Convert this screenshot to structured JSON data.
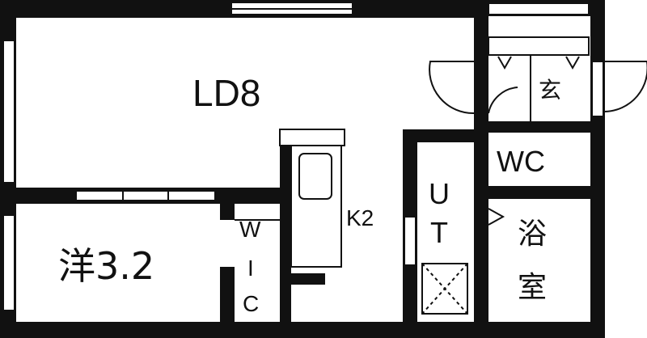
{
  "rooms": {
    "ld": {
      "label": "LD8"
    },
    "western": {
      "label": "洋3.2"
    },
    "kitchen": {
      "label": "K2"
    },
    "wic": {
      "w": "W",
      "i": "I",
      "c": "C"
    },
    "utility": {
      "u": "U",
      "t": "T"
    },
    "wc": {
      "label": "WC"
    },
    "bath": {
      "line1": "浴",
      "line2": "室"
    },
    "entrance": {
      "label": "玄"
    }
  },
  "colors": {
    "wall": "#111111",
    "background": "#ffffff",
    "line": "#111111"
  }
}
